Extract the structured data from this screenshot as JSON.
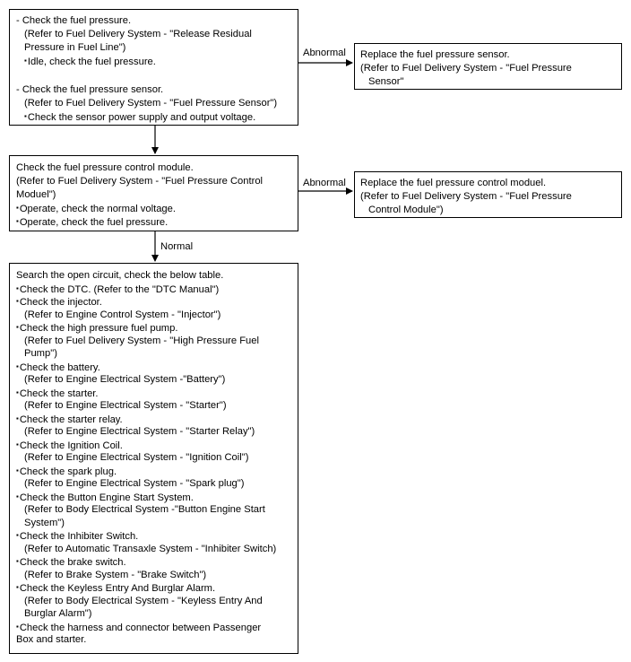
{
  "steps": [
    {
      "lines": [
        "- Check the fuel pressure.",
        "(Refer to Fuel Delivery System - \"Release Residual",
        "Pressure in Fuel Line\")",
        "Idle, check the fuel pressure.",
        "",
        "- Check the fuel pressure sensor.",
        "(Refer to Fuel Delivery System - \"Fuel Pressure Sensor\")",
        "Check the sensor power supply and output voltage."
      ]
    },
    {
      "lines": [
        "Check the fuel pressure control module.",
        "(Refer to Fuel Delivery System - \"Fuel Pressure Control",
        "Moduel\")",
        "Operate, check the normal voltage.",
        "Operate, check the fuel pressure."
      ]
    },
    {
      "lines": [
        "Search the open circuit, check the below table.",
        "Check the DTC. (Refer to the \"DTC Manual\")",
        "Check the injector.",
        "(Refer to Engine Control System - \"Injector\")",
        "Check the high pressure fuel pump.",
        "(Refer to Fuel Delivery System - \"High Pressure Fuel",
        "Pump\")",
        "Check the battery.",
        "(Refer to Engine Electrical System -\"Battery\")",
        "Check the starter.",
        "(Refer to Engine Electrical System  - \"Starter\")",
        "Check the starter relay.",
        "(Refer to Engine Electrical System  - \"Starter Relay\")",
        "Check the Ignition Coil.",
        "(Refer to Engine Electrical System - \"Ignition Coil\")",
        "Check the spark plug.",
        "(Refer to Engine Electrical System - \"Spark plug\")",
        "Check the Button Engine Start System.",
        "(Refer to Body Electrical System -\"Button Engine Start",
        "System\")",
        "Check the Inhibiter Switch.",
        "(Refer to Automatic Transaxle System - \"Inhibiter Switch)",
        "Check the brake switch.",
        "(Refer to Brake System - \"Brake Switch\")",
        "Check the Keyless Entry And Burglar Alarm.",
        "(Refer to Body Electrical System - \"Keyless Entry And",
        "Burglar Alarm\")",
        "Check the harness and connector between Passenger",
        "Box and starter."
      ]
    }
  ],
  "actions": [
    {
      "lines": [
        "Replace the fuel pressure sensor.",
        "(Refer to Fuel Delivery System - \"Fuel Pressure",
        "Sensor\""
      ]
    },
    {
      "lines": [
        "Replace the fuel pressure control moduel.",
        "(Refer to Fuel Delivery System - \"Fuel Pressure",
        "Control Module\")"
      ]
    }
  ],
  "labels": {
    "abnormal_1": "Abnormal",
    "abnormal_2": "Abnormal",
    "normal": "Normal"
  }
}
